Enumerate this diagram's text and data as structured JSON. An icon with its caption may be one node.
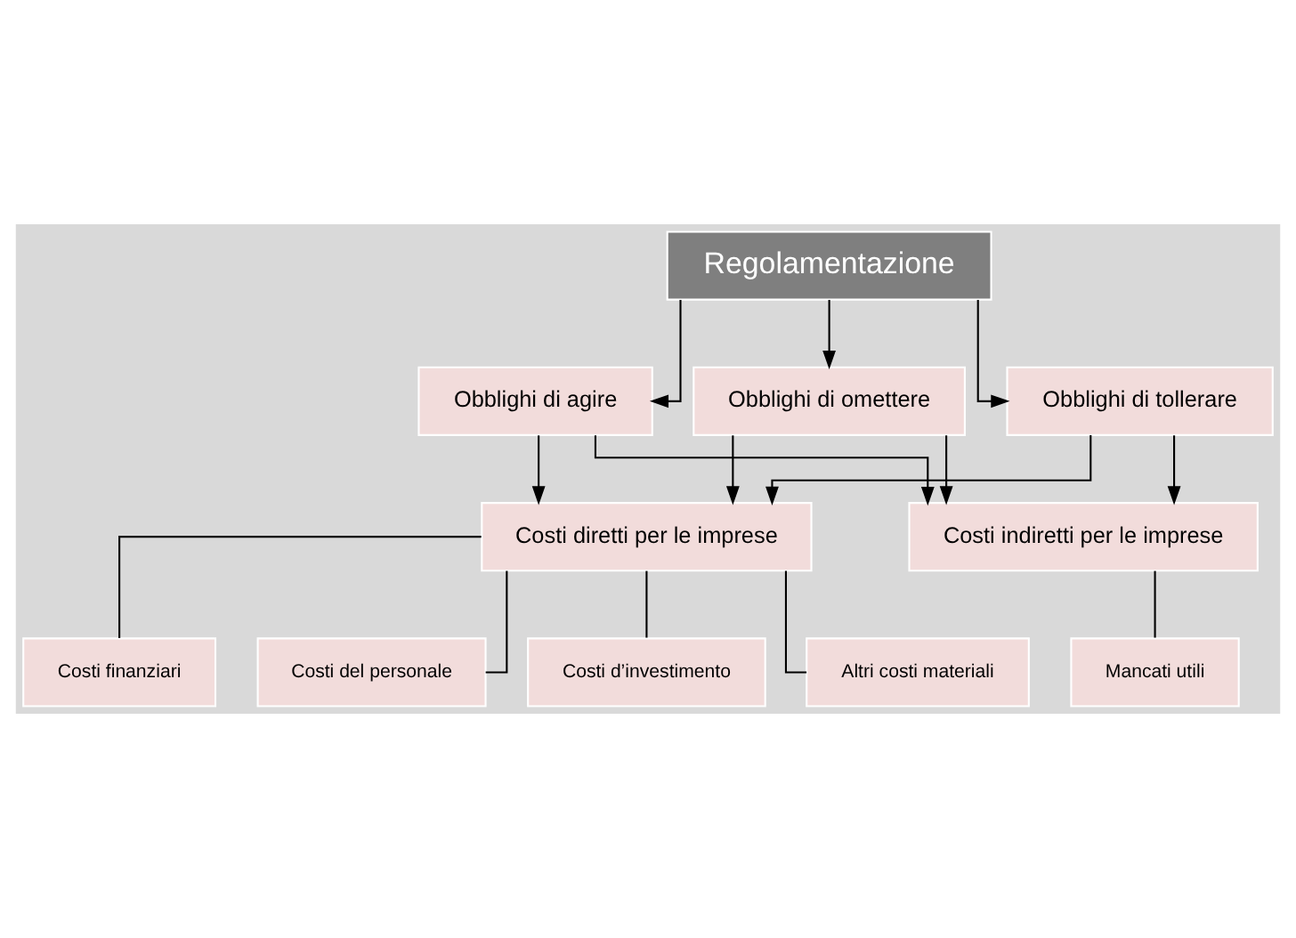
{
  "diagram": {
    "nodes": [
      {
        "text": [
          "Regolamentazione"
        ]
      },
      {
        "text": [
          "Obblighi di agire"
        ]
      },
      {
        "text": [
          "Obblighi di omettere"
        ]
      },
      {
        "text": [
          "Obblighi di tollerare"
        ]
      },
      {
        "text": [
          "Costi diretti per le imprese"
        ]
      },
      {
        "text": [
          "Costi indiretti per le imprese"
        ]
      },
      {
        "text": [
          "Costi del personale"
        ]
      },
      {
        "text": [
          "Costi d’investimento"
        ]
      },
      {
        "text": [
          "Altri costi materiali"
        ]
      },
      {
        "text": [
          "Costi finanziari"
        ]
      },
      {
        "text": [
          "Mancati utili"
        ]
      }
    ],
    "edges": [
      {
        "from": 0,
        "to": 1,
        "arrow": "to"
      },
      {
        "from": 0,
        "to": 2,
        "arrow": "to"
      },
      {
        "from": 0,
        "to": 3,
        "arrow": "to"
      },
      {
        "from": 1,
        "to": 4,
        "arrow": "to"
      },
      {
        "from": 2,
        "to": 4,
        "arrow": "to"
      },
      {
        "from": 3,
        "to": 4,
        "arrow": "to"
      },
      {
        "from": 1,
        "to": 5,
        "arrow": "to"
      },
      {
        "from": 2,
        "to": 5,
        "arrow": "to"
      },
      {
        "from": 3,
        "to": 5,
        "arrow": "to"
      },
      {
        "from": 4,
        "to": 6,
        "arrow": "none"
      },
      {
        "from": 4,
        "to": 7,
        "arrow": "none"
      },
      {
        "from": 4,
        "to": 8,
        "arrow": "none"
      },
      {
        "from": 4,
        "to": 9,
        "arrow": "none"
      },
      {
        "from": 5,
        "to": 10,
        "arrow": "none"
      }
    ]
  }
}
